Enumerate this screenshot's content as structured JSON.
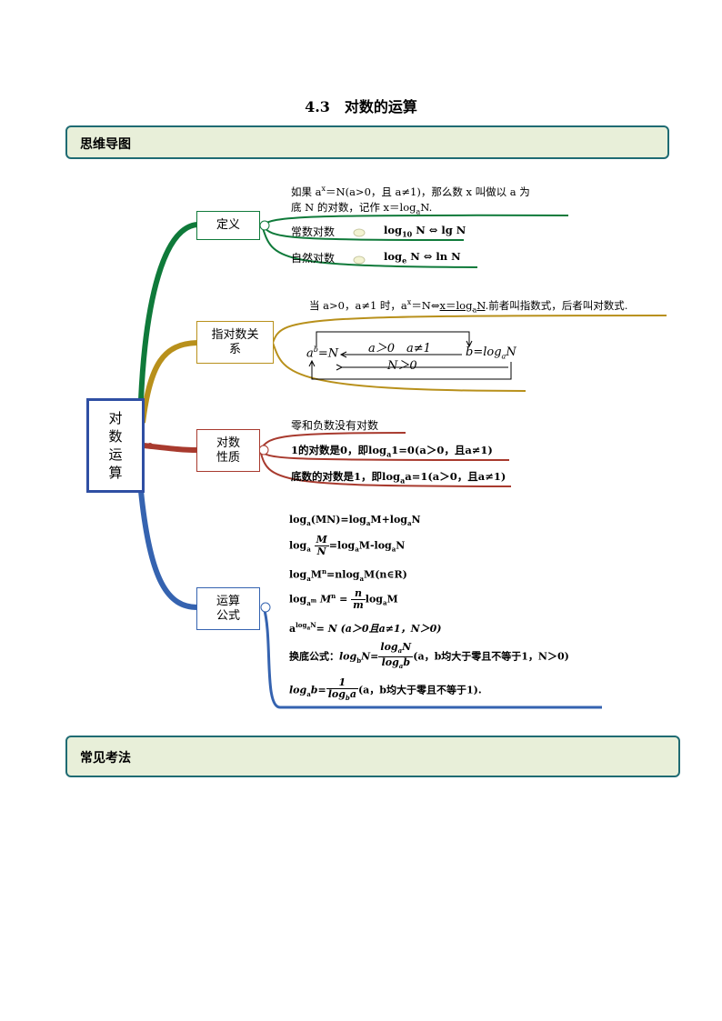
{
  "title": "4.3　对数的运算",
  "sections": {
    "mind_map": "思维导图",
    "common_methods": "常见考法"
  },
  "root": {
    "label": "对数运算"
  },
  "branches": {
    "definition": {
      "label": "定义",
      "line1": "如果 a",
      "line1_sup": "x",
      "line1_rest": "＝N(a>0，且 a≠1)，那么数 x 叫做以 a 为",
      "line2": "底 N 的对数，记作 x＝log",
      "line2_sub": "a",
      "line2_rest": "N.",
      "common_log_label": "常数对数",
      "common_log_formula_a": "log",
      "common_log_formula_sub": "10",
      "common_log_formula_b": " N ⇔ lg N",
      "natural_log_label": "自然对数",
      "natural_log_formula_a": "log",
      "natural_log_formula_sub": "e",
      "natural_log_formula_b": " N ⇔ ln N"
    },
    "relation": {
      "label": "指对数关系",
      "sentence_a": "当 a>0，a≠1 时，a",
      "sentence_sup": "x",
      "sentence_b": "＝N⇔",
      "sentence_u": "x＝log",
      "sentence_usub": "a",
      "sentence_u2": "N",
      "sentence_c": ".前者叫指数式，后者叫对数式.",
      "left_expr": "a",
      "left_sup": "b",
      "left_rest": "=N",
      "cond_top": "a＞0　a≠1",
      "cond_bottom": "N＞0",
      "right_expr": "b=log",
      "right_sub": "a",
      "right_rest": "N"
    },
    "properties": {
      "label": "对数性质",
      "p1": "零和负数没有对数",
      "p2_a": "1的对数是0，即log",
      "p2_sub": "a",
      "p2_b": "1=0(a＞0，且a≠1)",
      "p3_a": "底数的对数是1，即log",
      "p3_sub": "a",
      "p3_b": "a=1(a＞0，且a≠1)"
    },
    "formulas": {
      "label": "运算公式",
      "f1": "log",
      "f1_sub": "a",
      "f1_b": "(MN)=log",
      "f1_sub2": "a",
      "f1_c": "M+log",
      "f1_sub3": "a",
      "f1_d": "N",
      "f2_a": "log",
      "f2_sub": "a",
      "f2_num": "M",
      "f2_den": "N",
      "f2_b": "=log",
      "f2_sub2": "a",
      "f2_c": "M-log",
      "f2_sub3": "a",
      "f2_d": "N",
      "f3_a": "log",
      "f3_sub": "a",
      "f3_b": "M",
      "f3_sup": "n",
      "f3_c": "=nlog",
      "f3_sub2": "a",
      "f3_d": "M(n∈R)",
      "f4_a": "log",
      "f4_sub": "a",
      "f4_subsup": "m",
      "f4_b": " M",
      "f4_sup": "n",
      "f4_c": " = ",
      "f4_num": "n",
      "f4_den": "m",
      "f4_d": "log",
      "f4_sub2": "a",
      "f4_e": "M",
      "f5_a": "a",
      "f5_sup": "log",
      "f5_supsub": "a",
      "f5_supend": "N",
      "f5_b": "= N (a＞0且a≠1，N＞0)",
      "f6_label": "换底公式：",
      "f6_a": "log",
      "f6_sub": "b",
      "f6_b": "N=",
      "f6_num": "log",
      "f6_num_sub": "a",
      "f6_num_end": "N",
      "f6_den": "log",
      "f6_den_sub": "a",
      "f6_den_end": "b",
      "f6_c": "(a，b均大于零且不等于1，N＞0)",
      "f7_a": "log",
      "f7_sub": "a",
      "f7_b": "b=",
      "f7_num": "1",
      "f7_den": "log",
      "f7_den_sub": "b",
      "f7_den_end": "a",
      "f7_c": "(a，b均大于零且不等于1)."
    }
  },
  "colors": {
    "root_border": "#2f4fa3",
    "definition": "#0f7a3a",
    "relation": "#b8901b",
    "properties": "#a83a2e",
    "formulas": "#3563b0",
    "section_fill": "#e8efd9",
    "section_border": "#1f6b73"
  }
}
